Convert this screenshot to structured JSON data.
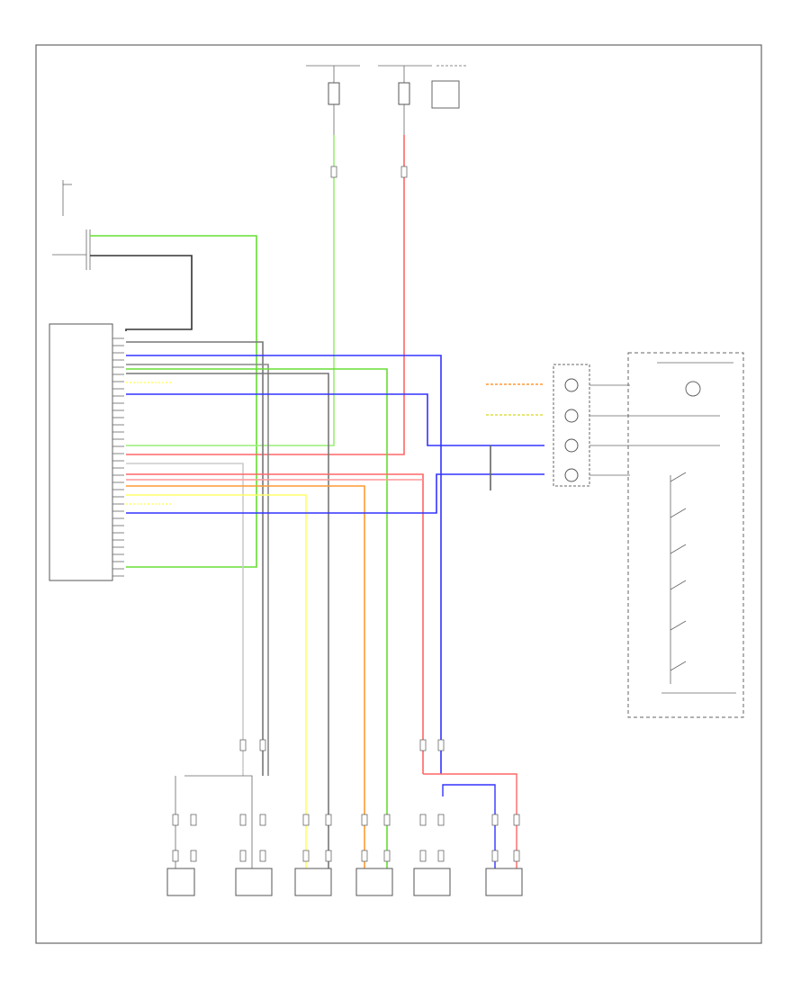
{
  "diagram": {
    "title": "",
    "footer_code": "",
    "power": {
      "feeds": [
        {
          "id": "hot-at-all-times",
          "label": ""
        },
        {
          "id": "hot-in-acc",
          "label": ""
        }
      ],
      "fuses": [
        "",
        ""
      ],
      "wire_codes": [
        "",
        ""
      ]
    },
    "antenna": {
      "label": "",
      "ground_label": ""
    },
    "audio_unit": {
      "label": "",
      "pin_labels": [],
      "wire_labels": []
    },
    "steering_switch": {
      "label": "",
      "switches": [],
      "side_labels": []
    },
    "clock_spring": {
      "label": ""
    },
    "speakers": [
      {
        "id": "left-front-tweeter",
        "label": ""
      },
      {
        "id": "left-front-door",
        "label": ""
      },
      {
        "id": "left-rear-door",
        "label": ""
      },
      {
        "id": "right-rear-door",
        "label": ""
      },
      {
        "id": "right-front-tweeter",
        "label": ""
      },
      {
        "id": "right-front-door",
        "label": ""
      }
    ],
    "wire_colors": {
      "green": "#66dd33",
      "light_green": "#99ee77",
      "red": "#ff6666",
      "blue": "#3333ff",
      "yellow": "#ffff66",
      "orange": "#ff9933",
      "gray": "#777777",
      "white": "#cccccc",
      "pink": "#ff9999",
      "dark": "#333333"
    }
  }
}
